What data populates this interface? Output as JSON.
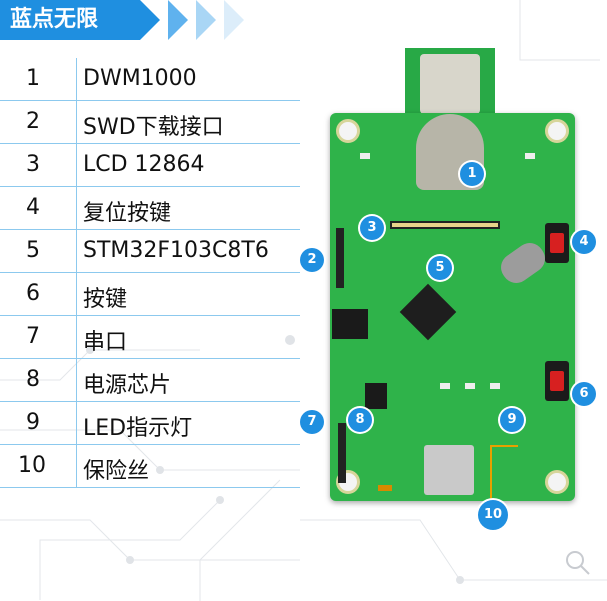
{
  "brand": {
    "title": "蓝点无限"
  },
  "legend": [
    {
      "num": "1",
      "label": "DWM1000"
    },
    {
      "num": "2",
      "label": "SWD下载接口"
    },
    {
      "num": "3",
      "label": "LCD 12864"
    },
    {
      "num": "4",
      "label": "复位按键"
    },
    {
      "num": "5",
      "label": "STM32F103C8T6"
    },
    {
      "num": "6",
      "label": "按键"
    },
    {
      "num": "7",
      "label": "串口"
    },
    {
      "num": "8",
      "label": "电源芯片"
    },
    {
      "num": "9",
      "label": "LED指示灯"
    },
    {
      "num": "10",
      "label": "保险丝"
    }
  ],
  "callouts": {
    "c1": "1",
    "c2": "2",
    "c3": "3",
    "c4": "4",
    "c5": "5",
    "c6": "6",
    "c7": "7",
    "c8": "8",
    "c9": "9",
    "c10": "10"
  },
  "icons": {
    "magnifier": "search-icon"
  },
  "colors": {
    "brand": "#1f8fe0",
    "pcb": "#2fb34a",
    "divider": "#8cc9ee",
    "callout": "#1f8fe0",
    "leader": "#e8a000"
  }
}
